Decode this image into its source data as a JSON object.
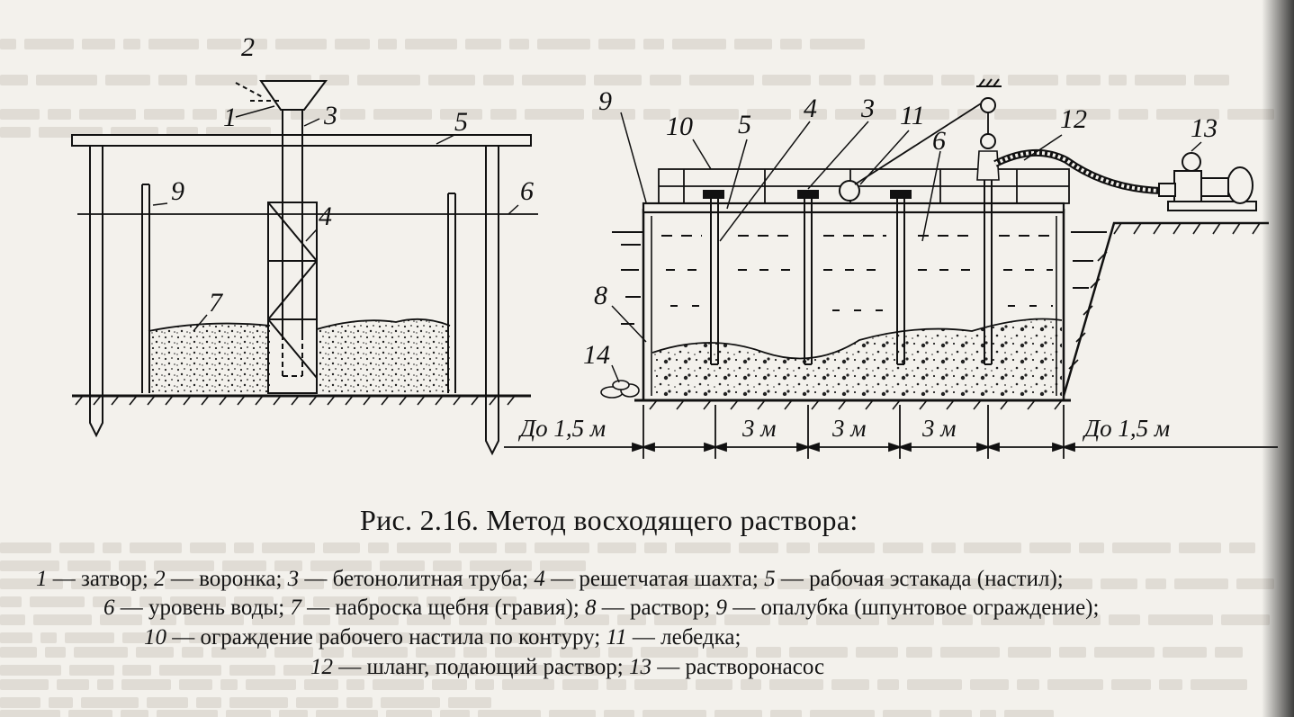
{
  "figure": {
    "caption": "Рис. 2.16. Метод восходящего раствора:",
    "callouts_left": [
      "2",
      "1",
      "3",
      "5",
      "9",
      "6",
      "4",
      "7"
    ],
    "callouts_right": [
      "9",
      "10",
      "5",
      "4",
      "3",
      "11",
      "12",
      "13",
      "6",
      "8",
      "14"
    ],
    "dimensions": [
      "До 1,5 м",
      "3 м",
      "3 м",
      "3 м",
      "До 1,5 м"
    ]
  },
  "legend": [
    {
      "n": "1",
      "t": " — затвор; "
    },
    {
      "n": "2",
      "t": " — воронка; "
    },
    {
      "n": "3",
      "t": " — бетонолитная труба; "
    },
    {
      "n": "4",
      "t": " — решетчатая шахта; "
    },
    {
      "n": "5",
      "t": " — рабочая эстакада (настил); "
    },
    {
      "n": "6",
      "t": " — уровень воды; "
    },
    {
      "n": "7",
      "t": " — наброска щебня (гравия); "
    },
    {
      "n": "8",
      "t": " — раствор; "
    },
    {
      "n": "9",
      "t": " — опалубка (шпунтовое ограждение); "
    },
    {
      "n": "10",
      "t": " — ограждение рабочего настила по контуру; "
    },
    {
      "n": "11",
      "t": " — лебедка; "
    },
    {
      "n": "12",
      "t": " — шланг, подающий раствор; "
    },
    {
      "n": "13",
      "t": " — растворонасос"
    }
  ]
}
